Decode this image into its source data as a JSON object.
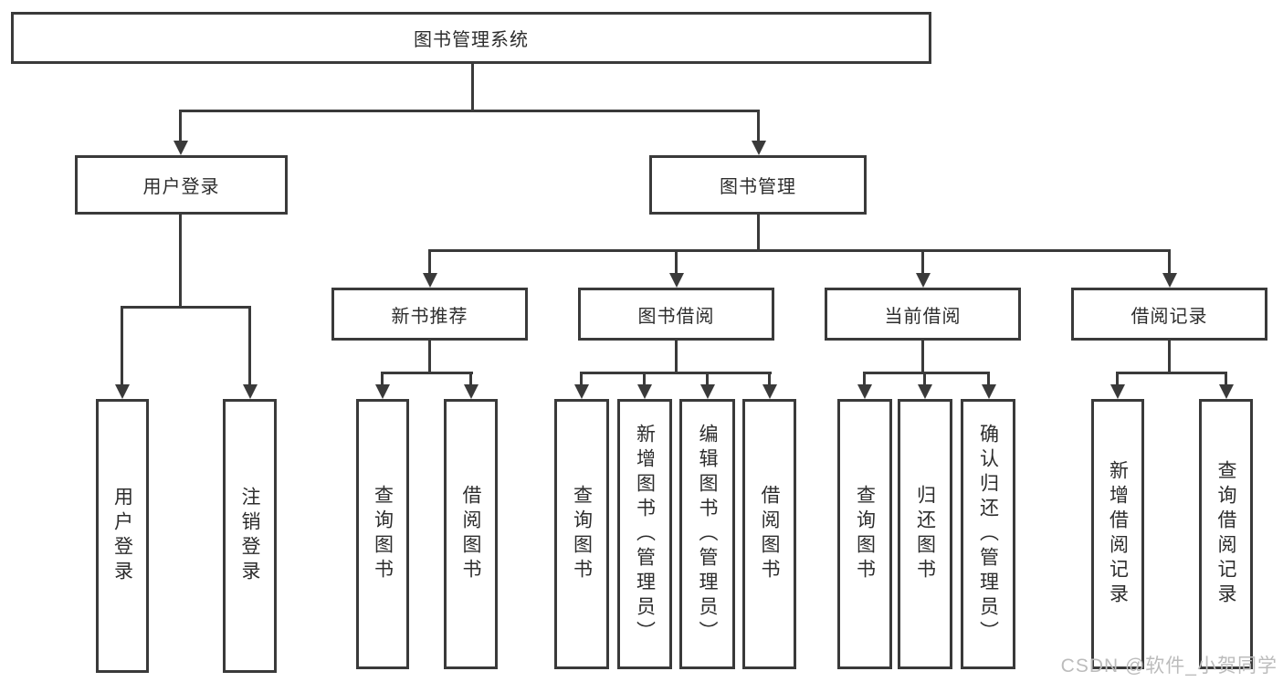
{
  "tree": {
    "root": {
      "label": "图书管理系统"
    },
    "branches": [
      {
        "label": "用户登录",
        "children": [
          {
            "label": "用户登录"
          },
          {
            "label": "注销登录"
          }
        ]
      },
      {
        "label": "图书管理",
        "children": [
          {
            "label": "新书推荐",
            "children": [
              {
                "label": "查询图书"
              },
              {
                "label": "借阅图书"
              }
            ]
          },
          {
            "label": "图书借阅",
            "children": [
              {
                "label": "查询图书"
              },
              {
                "label": "新增图书（管理员）"
              },
              {
                "label": "编辑图书（管理员）"
              },
              {
                "label": "借阅图书"
              }
            ]
          },
          {
            "label": "当前借阅",
            "children": [
              {
                "label": "查询图书"
              },
              {
                "label": "归还图书"
              },
              {
                "label": "确认归还（管理员）"
              }
            ]
          },
          {
            "label": "借阅记录",
            "children": [
              {
                "label": "新增借阅记录"
              },
              {
                "label": "查询借阅记录"
              }
            ]
          }
        ]
      }
    ]
  },
  "watermark": "CSDN @软件_小贺同学",
  "colors": {
    "line": "#3a3a3a",
    "text": "#2d2d2d",
    "watermark": "#bcbcbc",
    "background": "#ffffff"
  }
}
